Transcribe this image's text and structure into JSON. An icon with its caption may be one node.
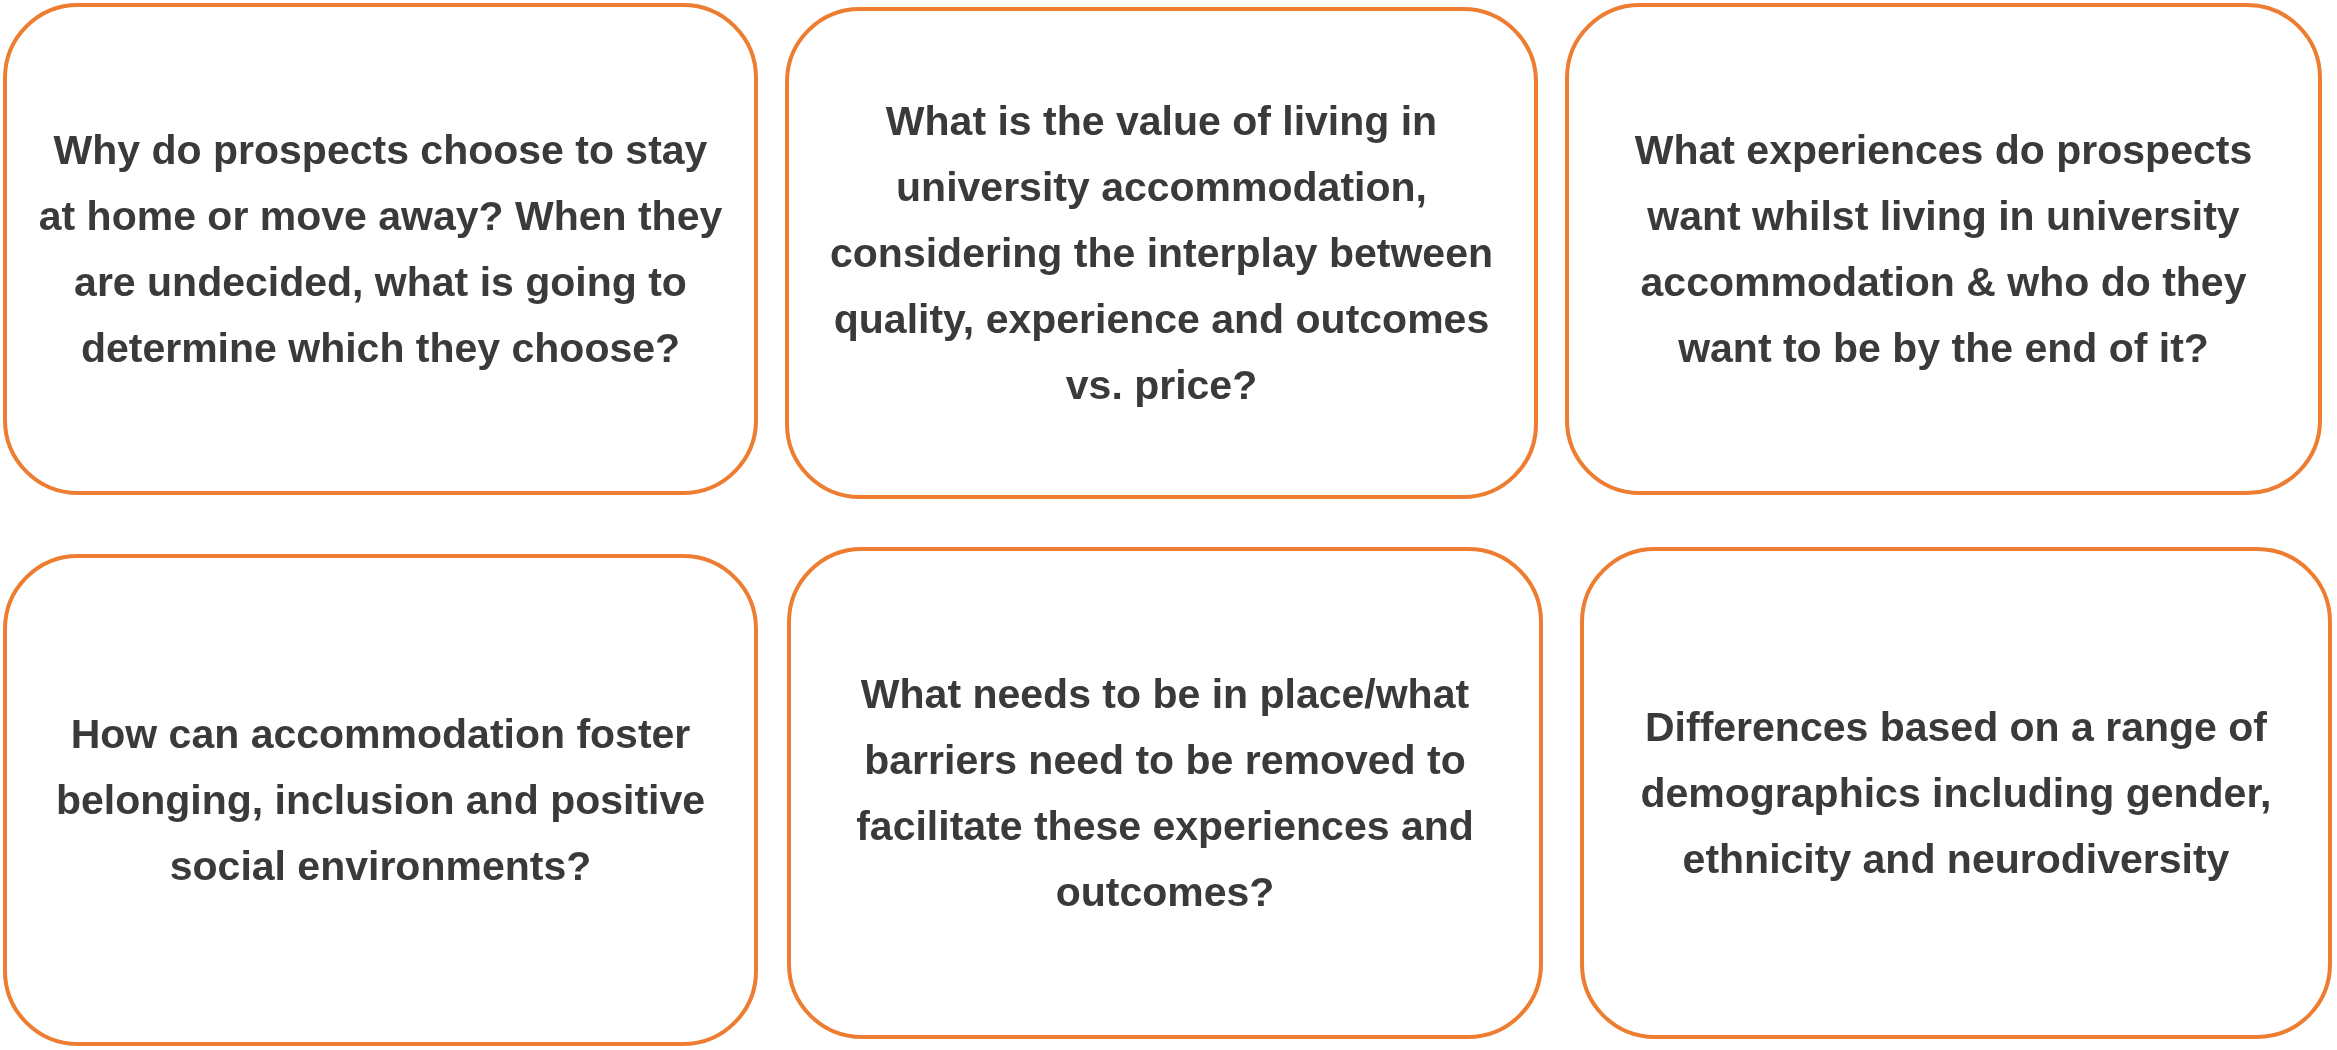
{
  "diagram": {
    "nodes": [
      {
        "text": [
          "Why do prospects choose to stay at home or move away? When they are undecided, what is going to determine which they choose?"
        ]
      },
      {
        "text": [
          "What is the value of living in university accommodation, considering the interplay between quality, experience and outcomes vs. price?"
        ]
      },
      {
        "text": [
          "What experiences do prospects want whilst living in university accommodation & who do they want to be by the end of it?"
        ]
      },
      {
        "text": [
          "How can accommodation foster belonging, inclusion and positive social environments?"
        ]
      },
      {
        "text": [
          "What needs to be in place/what barriers need to be removed to facilitate these experiences and outcomes?"
        ]
      },
      {
        "text": [
          "Differences based on a range of demographics including gender, ethnicity and neurodiversity"
        ]
      }
    ]
  }
}
